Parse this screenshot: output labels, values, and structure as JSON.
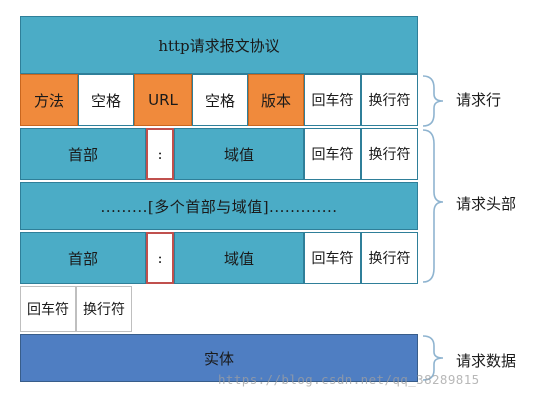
{
  "title": "http请求报文协议",
  "request_line": {
    "method": "方法",
    "space1": "空格",
    "url": "URL",
    "space2": "空格",
    "version": "版本",
    "cr": "回车符",
    "lf": "换行符"
  },
  "header_row1": {
    "name": "首部",
    "colon": ":",
    "value": "域值",
    "cr": "回车符",
    "lf": "换行符"
  },
  "header_more": ".........[多个首部与域值].............",
  "header_row2": {
    "name": "首部",
    "colon": ":",
    "value": "域值",
    "cr": "回车符",
    "lf": "换行符"
  },
  "blank_line": {
    "cr": "回车符",
    "lf": "换行符"
  },
  "body": "实体",
  "labels": {
    "request_line": "请求行",
    "request_header": "请求头部",
    "request_body": "请求数据"
  },
  "watermark": "https://blog.csdn.net/qq_38289815",
  "colors": {
    "teal": "#4bacc6",
    "orange": "#f08a3c",
    "navy": "#4f7ec2",
    "red_border": "#c0504d"
  }
}
